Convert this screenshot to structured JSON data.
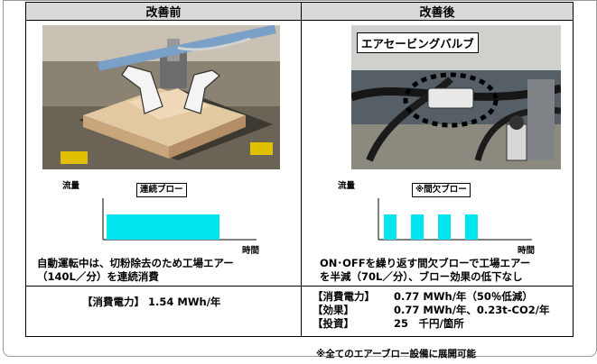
{
  "headers": {
    "before": "改善前",
    "after": "改善後"
  },
  "before": {
    "graph": {
      "y_label": "流量",
      "x_label": "時間",
      "tag": "連続ブロー",
      "pattern": "continuous"
    },
    "caption_lines": [
      "自動運転中は、切粉除去のため工場エアー",
      "（140L／分）を連続消費"
    ],
    "power": "【消費電力】 1.54 MWh/年"
  },
  "after": {
    "photo_callout": "エアセービングバルブ",
    "graph": {
      "y_label": "流量",
      "x_label": "時間",
      "tag": "※間欠ブロー",
      "pattern": "intermittent",
      "pulses": 4
    },
    "caption_lines": [
      "ON･OFFを繰り返す間欠ブローで工場エアー",
      "を半減（70L／分）、ブロー効果の低下なし"
    ],
    "effects": [
      {
        "label": "【消費電力】",
        "value": "0.77 MWh/年（50％低減）"
      },
      {
        "label": "【効果】",
        "value": "0.77 MWh/年、0.23t-CO2/年"
      },
      {
        "label": "【投資】",
        "value": "25　千円/箇所"
      }
    ]
  },
  "footnote": "※全てのエアーブロー設備に展開可能",
  "colors": {
    "flow_bar": "#00e5ee",
    "header_bg": "#d9d9d9"
  }
}
